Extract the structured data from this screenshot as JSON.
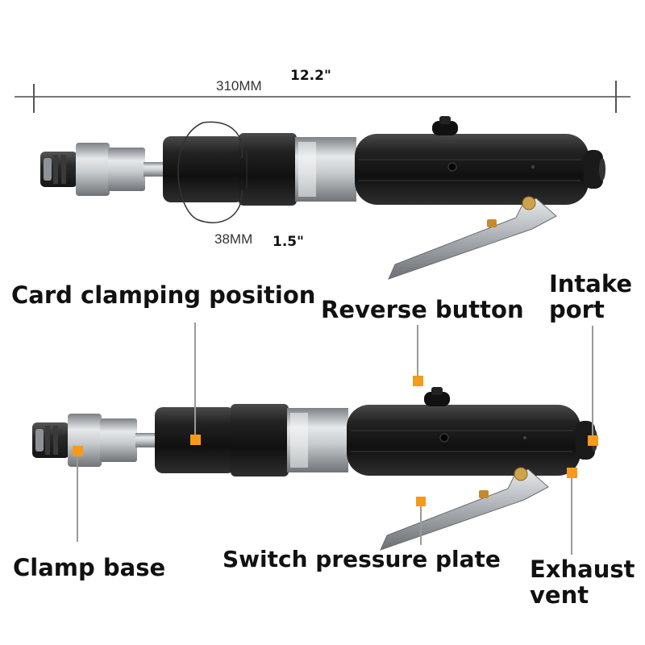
{
  "dimensions": {
    "length_mm": "310MM",
    "length_in": "12.2\"",
    "diameter_mm": "38MM",
    "diameter_in": "1.5\""
  },
  "callouts": {
    "card_clamping_position": "Card clamping position",
    "reverse_button": "Reverse button",
    "intake_port_line1": "Intake",
    "intake_port_line2": "port",
    "clamp_base": "Clamp base",
    "switch_pressure_plate": "Switch pressure plate",
    "exhaust_vent_line1": "Exhaust",
    "exhaust_vent_line2": "vent"
  },
  "colors": {
    "marker": "#f59a1b",
    "leader_line": "#9a9a9a",
    "tool_body": "#1b1b1b",
    "steel": "#b9bcbf"
  }
}
